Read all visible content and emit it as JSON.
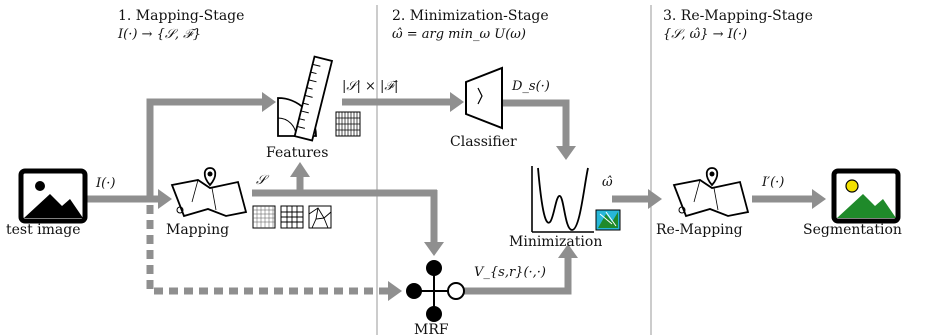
{
  "stages": [
    {
      "title": "1. Mapping-Stage",
      "formula": "I(·) → {𝒮, ℱ}"
    },
    {
      "title": "2. Minimization-Stage",
      "formula": "ω̂ = arg min_ω  U(ω)"
    },
    {
      "title": "3. Re-Mapping-Stage",
      "formula": "{𝒮, ω̂} → I(·)"
    }
  ],
  "nodes": {
    "test_image": "test image",
    "mapping": "Mapping",
    "features": "Features",
    "classifier": "Classifier",
    "minimization": "Minimization",
    "mrf": "MRF",
    "remapping": "Re-Mapping",
    "segmentation": "Segmentation"
  },
  "edge_labels": {
    "input": "I(·)",
    "sites": "𝒮",
    "features_size": "|𝒮| × |ℱ|",
    "classifier_out": "D_s(·)",
    "mrf_out": "V_{s,r}(·,·)",
    "omega_hat": "ω̂",
    "output": "I′(·)"
  },
  "colors": {
    "arrow": "#8f8f8f",
    "seg_green": "#1f8a2a",
    "seg_sun": "#f2e000",
    "mini_cyan": "#27b7d8"
  }
}
